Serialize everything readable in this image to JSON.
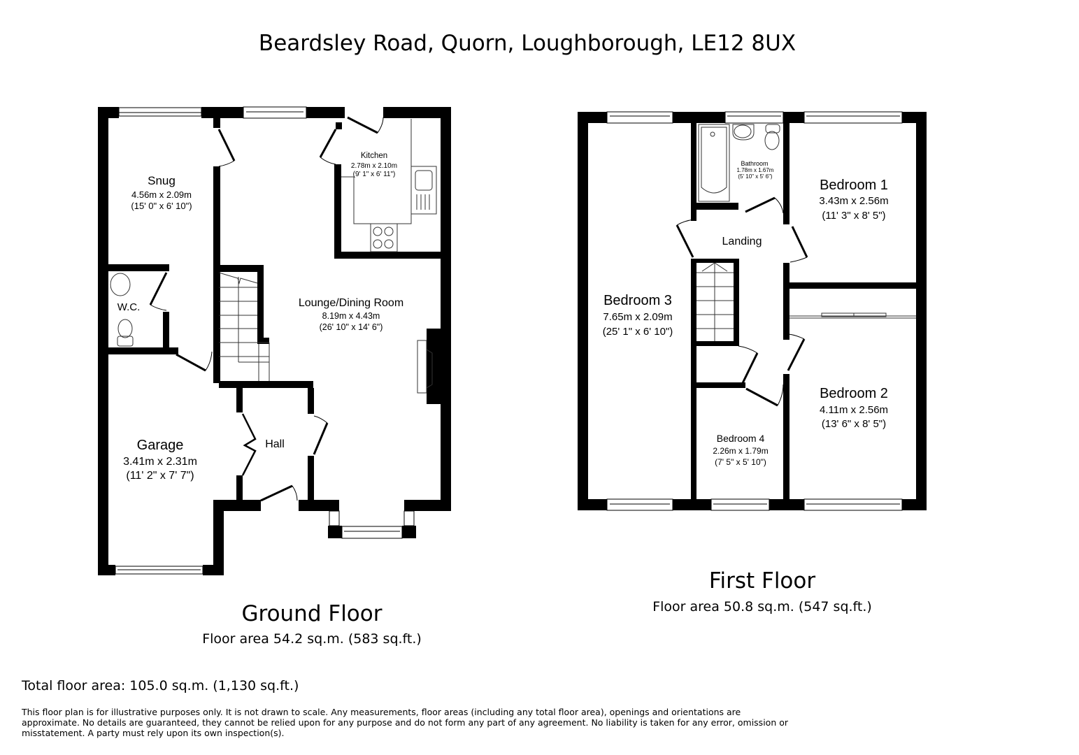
{
  "header": {
    "title": "Beardsley Road, Quorn, Loughborough, LE12 8UX"
  },
  "ground_floor": {
    "name": "Ground Floor",
    "area": "Floor area 54.2 sq.m. (583 sq.ft.)",
    "rooms": [
      {
        "name": "Snug",
        "metric": "4.56m x 2.09m",
        "imperial": "(15' 0\" x 6' 10\")"
      },
      {
        "name": "Kitchen",
        "metric": "2.78m x 2.10m",
        "imperial": "(9' 1\" x 6' 11\")"
      },
      {
        "name": "W.C.",
        "metric": "",
        "imperial": ""
      },
      {
        "name": "Lounge/Dining Room",
        "metric": "8.19m x 4.43m",
        "imperial": "(26' 10\" x 14' 6\")"
      },
      {
        "name": "Garage",
        "metric": "3.41m x 2.31m",
        "imperial": "(11' 2\" x 7' 7\")"
      },
      {
        "name": "Hall",
        "metric": "",
        "imperial": ""
      }
    ]
  },
  "first_floor": {
    "name": "First Floor",
    "area": "Floor area 50.8 sq.m. (547 sq.ft.)",
    "rooms": [
      {
        "name": "Bathroom",
        "metric": "1.78m x 1.67m",
        "imperial": "(5' 10\" x 5' 6\")"
      },
      {
        "name": "Bedroom 1",
        "metric": "3.43m x 2.56m",
        "imperial": "(11' 3\" x 8' 5\")"
      },
      {
        "name": "Landing",
        "metric": "",
        "imperial": ""
      },
      {
        "name": "Bedroom 3",
        "metric": "7.65m x 2.09m",
        "imperial": "(25' 1\" x 6' 10\")"
      },
      {
        "name": "Bedroom 2",
        "metric": "4.11m x 2.56m",
        "imperial": "(13' 6\" x 8' 5\")"
      },
      {
        "name": "Bedroom 4",
        "metric": "2.26m x 1.79m",
        "imperial": "(7' 5\" x 5' 10\")"
      }
    ]
  },
  "footer": {
    "total_area": "Total floor area: 105.0 sq.m. (1,130 sq.ft.)",
    "disclaimer_lines": [
      "This floor plan is for illustrative purposes only. It is not drawn to scale. Any measurements, floor areas (including any total floor area), openings and orientations are",
      "approximate. No details are guaranteed, they cannot be relied upon for any purpose and do not form any part of any agreement. No liability is taken for any error, omission or",
      "misstatement. A party must rely upon its own inspection(s)."
    ]
  },
  "colors": {
    "wall": "#000000",
    "background": "#ffffff",
    "fixture_stroke": "#333333"
  }
}
